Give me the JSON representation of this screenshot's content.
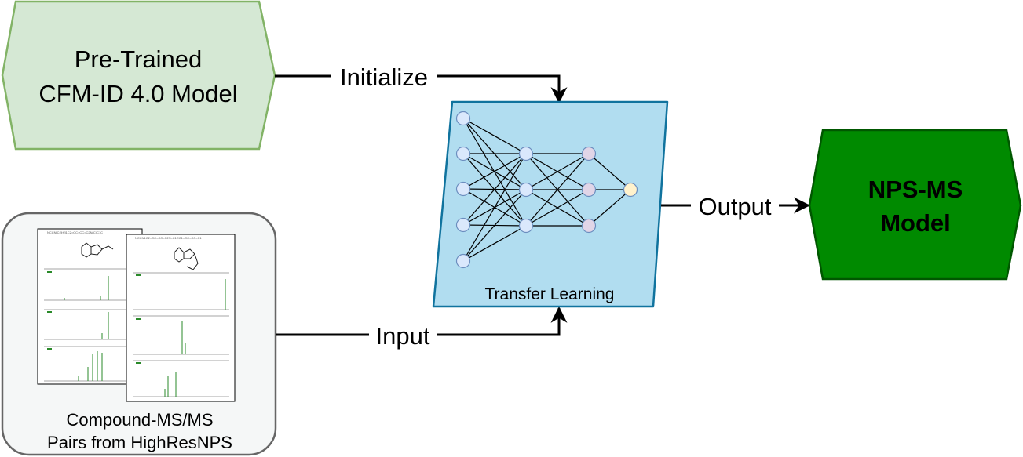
{
  "pretrained_model": {
    "line1": "Pre-Trained",
    "line2": "CFM-ID 4.0 Model",
    "fill": "#d5e8d4",
    "stroke": "#82b366"
  },
  "dataset": {
    "caption_line1": "Compound-MS/MS",
    "caption_line2": "Pairs from HighResNPS",
    "fill": "#f5f7f7",
    "stroke": "#666666"
  },
  "transfer": {
    "label": "Transfer Learning",
    "fill": "#b1ddf0",
    "stroke": "#10739e",
    "node_colors": {
      "input": "#dae8fc",
      "hidden2": "#e1d5e7",
      "output": "#fff2cc"
    }
  },
  "result_model": {
    "line1": "NPS-MS",
    "line2": "Model",
    "fill": "#008a00",
    "stroke": "#005700",
    "text_color": "#ffffff"
  },
  "edges": {
    "initialize": "Initialize",
    "input": "Input",
    "output": "Output"
  }
}
